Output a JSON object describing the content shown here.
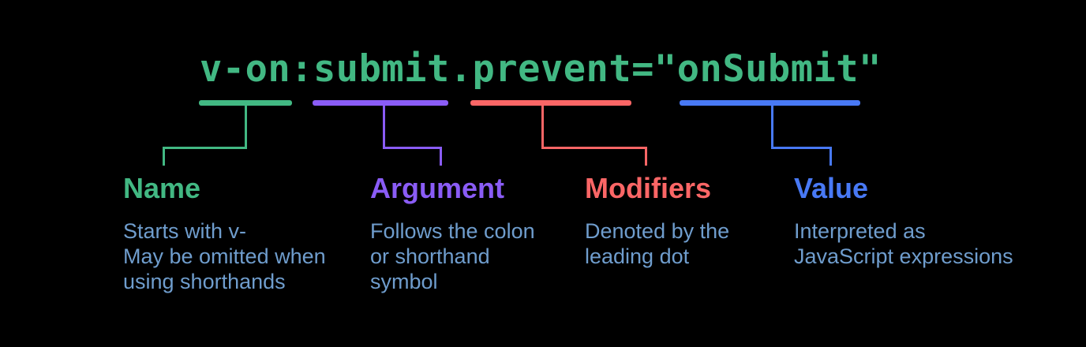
{
  "diagram": {
    "title_code": "v-on:submit.prevent=\"onSubmit\"",
    "palette": {
      "background": "#000000",
      "code_green": "#42b883",
      "name_green": "#42b883",
      "argument_purple": "#8a5cf6",
      "modifiers_red": "#fb6666",
      "value_blue": "#4879f5",
      "description_blue": "#6f9dcd"
    },
    "parts": [
      {
        "id": "name",
        "token": "v-on",
        "label": "Name",
        "description": "Starts with v-\nMay be omitted when\nusing shorthands",
        "color": "#42b883"
      },
      {
        "id": "argument",
        "token": "submit",
        "label": "Argument",
        "description": "Follows the colon\nor shorthand\nsymbol",
        "color": "#8a5cf6"
      },
      {
        "id": "modifiers",
        "token": "prevent",
        "label": "Modifiers",
        "description": "Denoted by the\nleading dot",
        "color": "#fb6666"
      },
      {
        "id": "value",
        "token": "onSubmit",
        "label": "Value",
        "description": "Interpreted as\nJavaScript expressions",
        "color": "#4879f5"
      }
    ]
  }
}
